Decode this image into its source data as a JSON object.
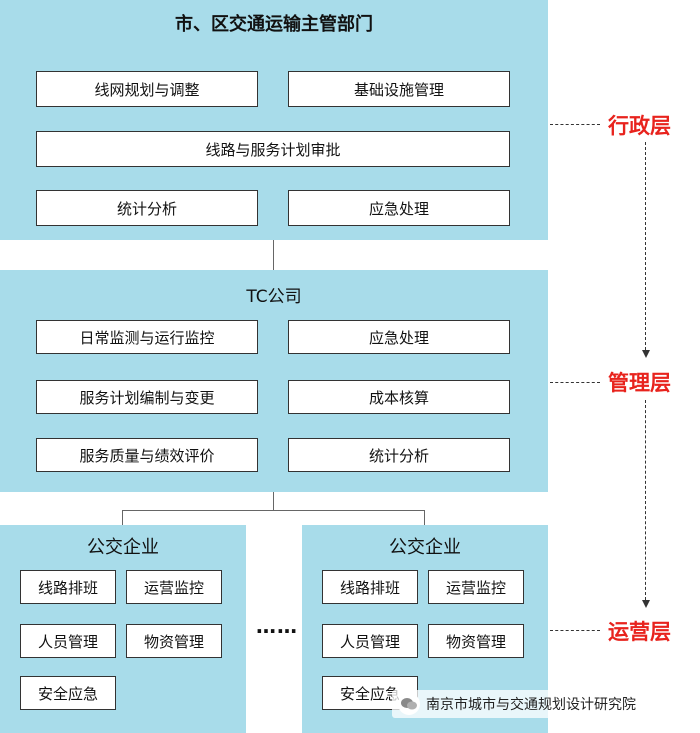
{
  "admin": {
    "title": "市、区交通运输主管部门",
    "items": [
      "线网规划与调整",
      "基础设施管理",
      "线路与服务计划审批",
      "统计分析",
      "应急处理"
    ]
  },
  "manage": {
    "title": "TC公司",
    "items": [
      "日常监测与运行监控",
      "应急处理",
      "服务计划编制与变更",
      "成本核算",
      "服务质量与绩效评价",
      "统计分析"
    ]
  },
  "enterprise_left": {
    "title": "公交企业",
    "items": [
      "线路排班",
      "运营监控",
      "人员管理",
      "物资管理",
      "安全应急"
    ]
  },
  "enterprise_right": {
    "title": "公交企业",
    "items": [
      "线路排班",
      "运营监控",
      "人员管理",
      "物资管理",
      "安全应急"
    ]
  },
  "ellipsis": "……",
  "layers": {
    "admin": "行政层",
    "manage": "管理层",
    "operate": "运营层"
  },
  "watermark": "南京市城市与交通规划设计研究院",
  "colors": {
    "panel": "#a8dcea",
    "label": "#e8231d"
  }
}
